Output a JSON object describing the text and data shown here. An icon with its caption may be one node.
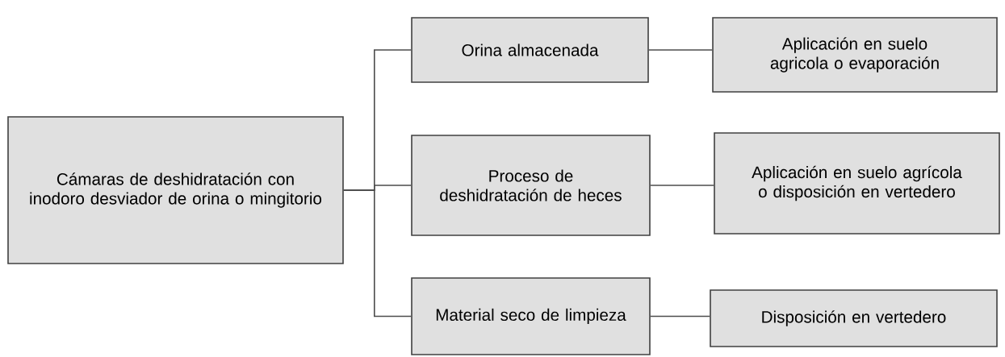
{
  "diagram": {
    "nodes": [
      {
        "text": [
          "Cámaras de deshidratación con inodoro desviador de orina o mingitorio"
        ]
      },
      {
        "text": [
          "Orina almacenada"
        ]
      },
      {
        "text": [
          "Proceso de deshidratación de heces"
        ]
      },
      {
        "text": [
          "Material seco de limpieza"
        ]
      },
      {
        "text": [
          "Aplicación en suelo agricola o evaporación"
        ]
      },
      {
        "text": [
          "Aplicación en suelo agrícola o disposición en vertedero"
        ]
      },
      {
        "text": [
          "Disposición en vertedero"
        ]
      }
    ],
    "edges": [
      {
        "from": 0,
        "to": 1,
        "arrow": "none"
      },
      {
        "from": 0,
        "to": 2,
        "arrow": "none"
      },
      {
        "from": 0,
        "to": 3,
        "arrow": "none"
      },
      {
        "from": 1,
        "to": 4,
        "arrow": "none"
      },
      {
        "from": 2,
        "to": 5,
        "arrow": "none"
      },
      {
        "from": 3,
        "to": 6,
        "arrow": "none"
      }
    ]
  }
}
